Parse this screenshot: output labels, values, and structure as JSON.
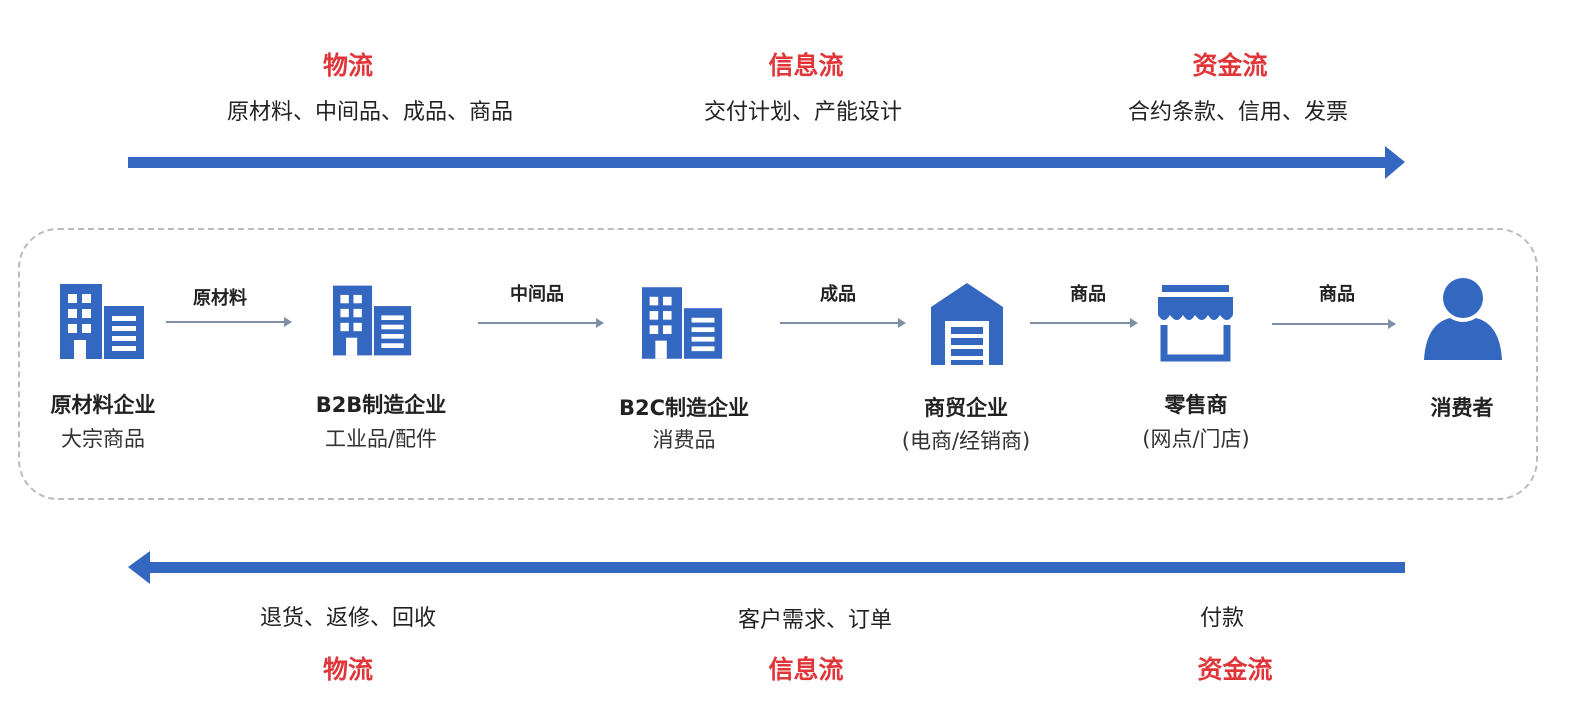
{
  "colors": {
    "accent": "#3467c0",
    "title_red": "#e0363a",
    "arrow_gray": "#7f8fa6"
  },
  "top": [
    {
      "title": "物流",
      "desc": "原材料、中间品、成品、商品"
    },
    {
      "title": "信息流",
      "desc": "交付计划、产能设计"
    },
    {
      "title": "资金流",
      "desc": "合约条款、信用、发票"
    }
  ],
  "bottom": [
    {
      "title": "物流",
      "desc": "退货、返修、回收"
    },
    {
      "title": "信息流",
      "desc": "客户需求、订单"
    },
    {
      "title": "资金流",
      "desc": "付款"
    }
  ],
  "nodes": [
    {
      "name": "原材料企业",
      "sub": "大宗商品",
      "icon": "building-icon"
    },
    {
      "name": "B2B制造企业",
      "sub": "工业品/配件",
      "icon": "building-icon"
    },
    {
      "name": "B2C制造企业",
      "sub": "消费品",
      "icon": "building-icon"
    },
    {
      "name": "商贸企业",
      "sub": "(电商/经销商)",
      "icon": "warehouse-icon"
    },
    {
      "name": "零售商",
      "sub": "(网点/门店)",
      "icon": "store-icon"
    },
    {
      "name": "消费者",
      "sub": "",
      "icon": "user-icon"
    }
  ],
  "flows": [
    "原材料",
    "中间品",
    "成品",
    "商品",
    "商品"
  ]
}
